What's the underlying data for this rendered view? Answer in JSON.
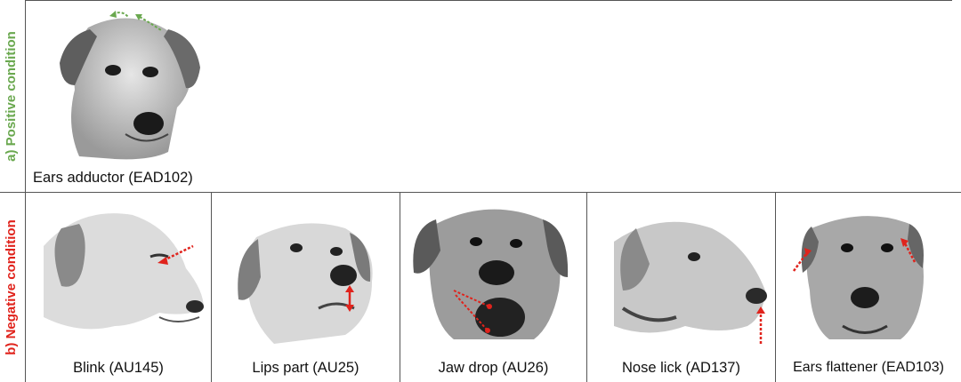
{
  "rows": {
    "positive": {
      "label": "a) Positive condition",
      "color": "#6aa84f"
    },
    "negative": {
      "label": "b) Negative condition",
      "color": "#e0231c"
    }
  },
  "panels": [
    {
      "caption": "Ears adductor (EAD102)",
      "condition": "positive",
      "face": "forward-ears-up",
      "arrows": "ears-together"
    },
    {
      "caption": "Blink (AU145)",
      "condition": "negative",
      "face": "profile-eyes-closed",
      "arrows": "eye"
    },
    {
      "caption": "Lips part (AU25)",
      "condition": "negative",
      "face": "three-quarter",
      "arrows": "lips"
    },
    {
      "caption": "Jaw drop (AU26)",
      "condition": "negative",
      "face": "frontal-mouth-open",
      "arrows": "jaw"
    },
    {
      "caption": "Nose lick (AD137)",
      "condition": "negative",
      "face": "profile-tongue",
      "arrows": "nose"
    },
    {
      "caption": "Ears flattener (EAD103)",
      "condition": "negative",
      "face": "frontal-ears-back",
      "arrows": "ears-back"
    }
  ]
}
